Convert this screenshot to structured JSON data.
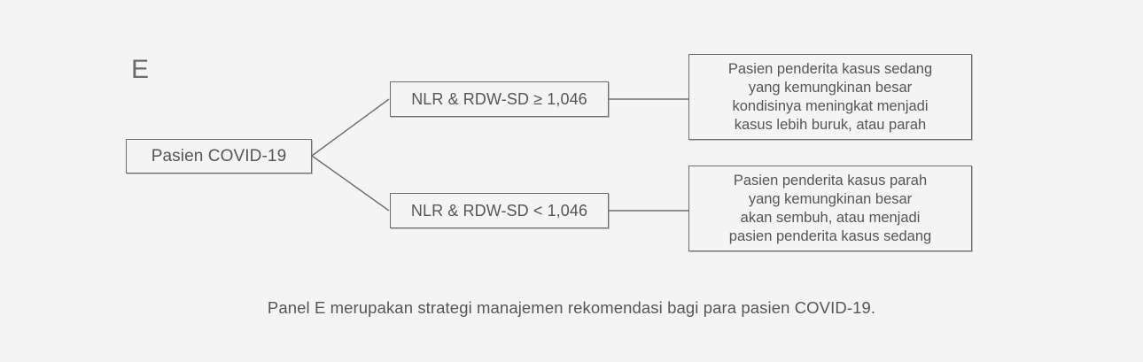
{
  "figure": {
    "panel_letter": "E",
    "caption": "Panel E merupakan strategi manajemen rekomendasi bagi para pasien COVID-19.",
    "background_color": "#f4f4f4",
    "border_color": "#6d6d6d",
    "text_color": "#565656"
  },
  "nodes": {
    "root": {
      "label": "Pasien COVID-19"
    },
    "condition_high": {
      "label": "NLR & RDW-SD ≥ 1,046"
    },
    "condition_low": {
      "label": "NLR & RDW-SD < 1,046"
    },
    "outcome_worse": {
      "label": "Pasien penderita kasus sedang\nyang kemungkinan besar\nkondisinya meningkat menjadi\nkasus lebih buruk, atau parah"
    },
    "outcome_better": {
      "label": "Pasien penderita kasus parah\nyang kemungkinan besar\nakan sembuh, atau menjadi\npasien penderita kasus sedang"
    }
  }
}
